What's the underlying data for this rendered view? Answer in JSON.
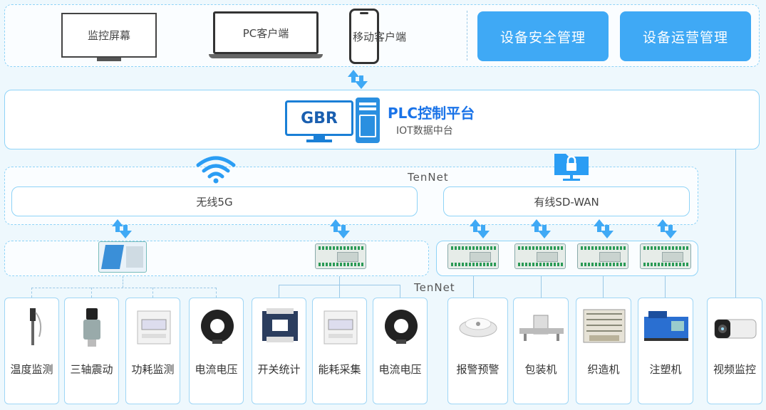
{
  "top": {
    "screens": [
      {
        "label": "监控屏幕"
      },
      {
        "label": "PC客户端"
      },
      {
        "label": "移动客户端"
      }
    ],
    "buttons": [
      {
        "label": "设备安全管理"
      },
      {
        "label": "设备运营管理"
      }
    ]
  },
  "platform": {
    "logo": "GBR",
    "title": "PLC控制平台",
    "subtitle": "IOT数据中台"
  },
  "network": {
    "tennet_top": "TenNet",
    "wireless": "无线5G",
    "wired": "有线SD-WAN",
    "tennet_mid": "TenNet"
  },
  "devices": [
    {
      "label": "温度监测",
      "icon": "temperature-probe-icon"
    },
    {
      "label": "三轴震动",
      "icon": "vibration-sensor-icon"
    },
    {
      "label": "功耗监测",
      "icon": "power-meter-icon"
    },
    {
      "label": "电流电压",
      "icon": "current-transformer-icon"
    },
    {
      "label": "开关统计",
      "icon": "contactor-icon"
    },
    {
      "label": "能耗采集",
      "icon": "energy-meter-icon"
    },
    {
      "label": "电流电压",
      "icon": "current-transformer-icon"
    },
    {
      "label": "报警预警",
      "icon": "smoke-alarm-icon"
    },
    {
      "label": "包装机",
      "icon": "packaging-machine-icon"
    },
    {
      "label": "织造机",
      "icon": "weaving-machine-icon"
    },
    {
      "label": "注塑机",
      "icon": "injection-molding-icon"
    },
    {
      "label": "视频监控",
      "icon": "camera-icon"
    }
  ],
  "colors": {
    "accent": "#3fa9f5",
    "border": "#8fd3f7",
    "title_blue": "#1a73e8"
  }
}
